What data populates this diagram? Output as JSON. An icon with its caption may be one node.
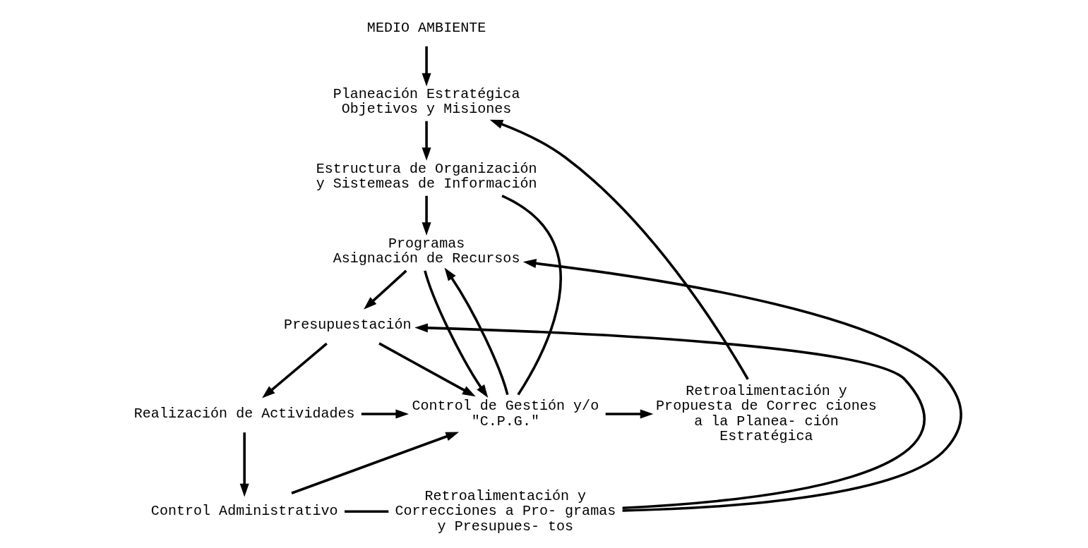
{
  "diagram": {
    "nodes": [
      {
        "text": [
          "MEDIO AMBIENTE"
        ]
      },
      {
        "text": [
          "Planeación Estratégica",
          "Objetivos y Misiones"
        ]
      },
      {
        "text": [
          "Estructura de Organización y Sistemeas de Información"
        ]
      },
      {
        "text": [
          "Programas",
          "Asignación de Recursos"
        ]
      },
      {
        "text": [
          "Presupuestación"
        ]
      },
      {
        "text": [
          "Retroalimentación y Propuesta de Correc ciones a la Planea- ción Estratégica"
        ]
      },
      {
        "text": [
          "Control de Gestión y/o \"C.P.G.\""
        ]
      },
      {
        "text": [
          "Realización de Actividades"
        ]
      },
      {
        "text": [
          "Control Administrativo"
        ]
      },
      {
        "text": [
          "Retroalimentación y Correcciones a Pro- gramas y Presupues- tos"
        ]
      }
    ],
    "edges": [
      {
        "from": 0,
        "to": 1,
        "arrow": "to"
      },
      {
        "from": 1,
        "to": 2,
        "arrow": "to"
      },
      {
        "from": 2,
        "to": 3,
        "arrow": "to"
      },
      {
        "from": 3,
        "to": 6,
        "arrow": "to"
      },
      {
        "from": 3,
        "to": 4,
        "arrow": "to"
      },
      {
        "from": 4,
        "to": 7,
        "arrow": "to"
      },
      {
        "from": 7,
        "to": 8,
        "arrow": "to"
      },
      {
        "from": 6,
        "to": 5,
        "arrow": "to"
      },
      {
        "from": 5,
        "to": 1,
        "arrow": "to"
      },
      {
        "from": 6,
        "to": 3,
        "arrow": "to"
      },
      {
        "from": 6,
        "to": 2,
        "arrow": "none"
      },
      {
        "from": 4,
        "to": 6,
        "arrow": "to"
      },
      {
        "from": 7,
        "to": 6,
        "arrow": "to"
      },
      {
        "from": 8,
        "to": 6,
        "arrow": "to"
      },
      {
        "from": 8,
        "to": 9,
        "arrow": "none"
      },
      {
        "from": 9,
        "to": 4,
        "arrow": "to"
      },
      {
        "from": 9,
        "to": 3,
        "arrow": "to"
      }
    ]
  }
}
